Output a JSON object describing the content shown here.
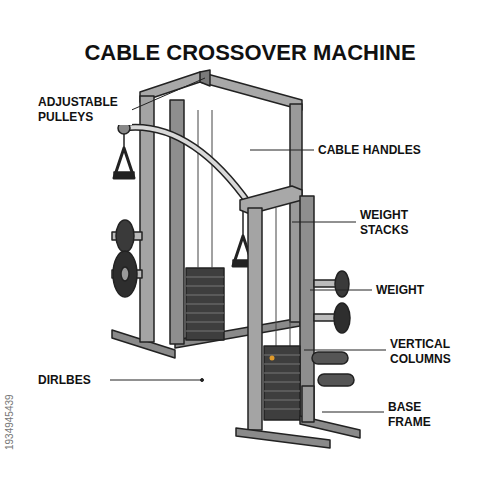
{
  "diagram": {
    "title": "CABLE CROSSOVER MACHINE",
    "labels": [
      "ADJUSTABLE PULLEYS",
      "CABLE HANDLES",
      "WEIGHT STACKS",
      "WEIGHT",
      "VERTICAL COLUMNS",
      "DIRLBES",
      "BASE FRAME",
      "1934945439"
    ]
  }
}
